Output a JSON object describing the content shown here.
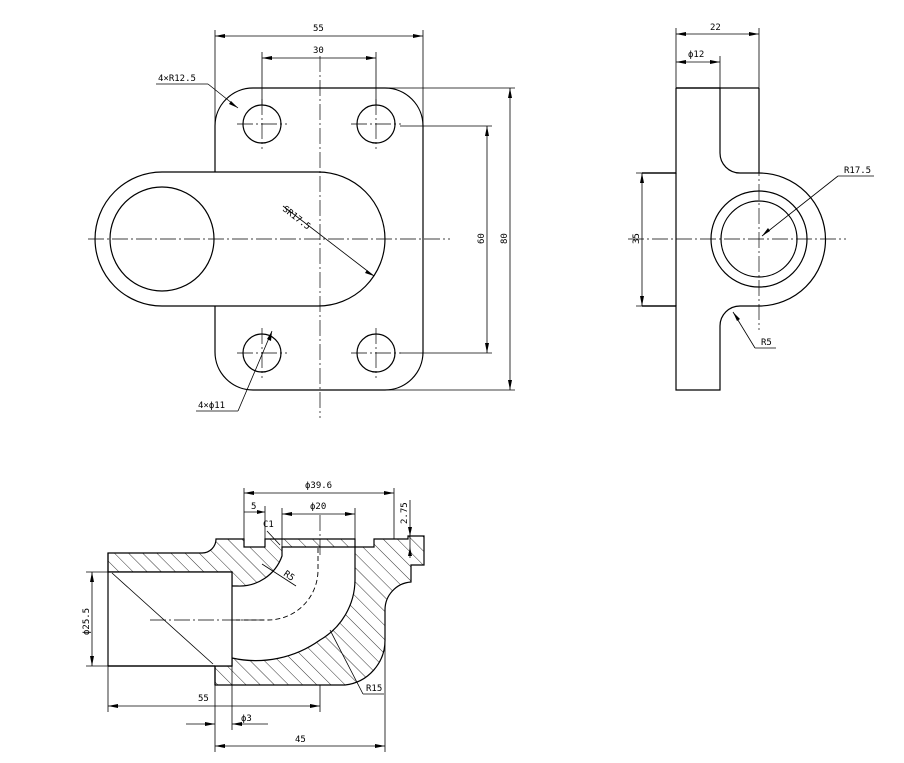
{
  "front_view": {
    "width_55": "55",
    "width_30": "30",
    "corner_radius": "4×R12.5",
    "sphere": "SR17.5",
    "height_60": "60",
    "height_80": "80",
    "holes": "4×ϕ11"
  },
  "side_view": {
    "width_22": "22",
    "dia_12": "ϕ12",
    "radius_17_5": "R17.5",
    "height_35": "35",
    "radius_5": "R5"
  },
  "section_view": {
    "dia_39_6": "ϕ39.6",
    "dim_5": "5",
    "dia_20": "ϕ20",
    "chamfer": "C1",
    "dim_2_75": "2.75",
    "radius_5": "R5",
    "dia_25_5": "ϕ25.5",
    "radius_15": "R15",
    "dim_55": "55",
    "dia_3": "ϕ3",
    "dim_45": "45"
  }
}
